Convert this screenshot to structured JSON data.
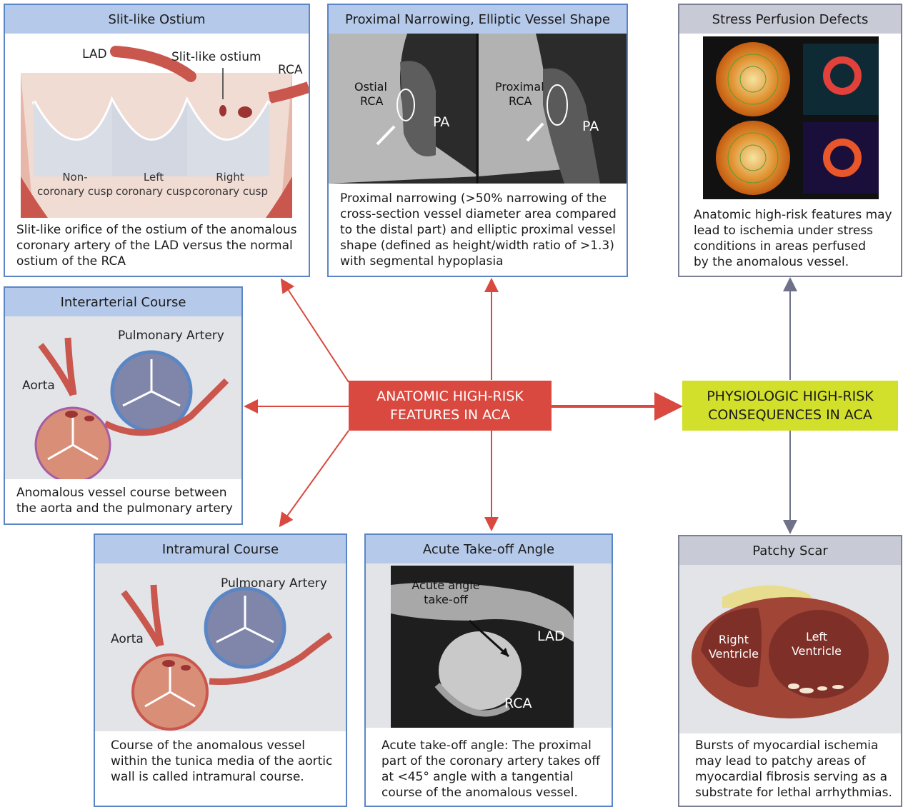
{
  "panels": {
    "slit": {
      "title": "Slit-like Ostium",
      "labels": {
        "lad": "LAD",
        "slit": "Slit-like ostium",
        "rca": "RCA",
        "cusp1a": "Non-",
        "cusp1b": "coronary cusp",
        "cusp2a": "Left",
        "cusp2b": "coronary cusp",
        "cusp3a": "Right",
        "cusp3b": "coronary cusp"
      },
      "text": [
        "Slit-like orifice of the ostium of the anomalous",
        "coronary artery of the LAD versus the normal",
        "ostium of the RCA"
      ]
    },
    "proximal": {
      "title": "Proximal Narrowing, Elliptic Vessel Shape",
      "labels": {
        "ostial1": "Ostial",
        "ostial2": "RCA",
        "pa1": "PA",
        "prox1": "Proximal",
        "prox2": "RCA",
        "pa2": "PA"
      },
      "text": [
        "Proximal narrowing (>50% narrowing of the",
        "cross-section vessel diameter area compared",
        "to the distal part) and elliptic proximal vessel",
        "shape (defined as height/width ratio of >1.3)",
        "with segmental hypoplasia"
      ]
    },
    "stress": {
      "title": "Stress Perfusion Defects",
      "text": [
        "Anatomic high-risk features may",
        "lead to ischemia under stress",
        "conditions in areas perfused",
        "by the anomalous vessel."
      ]
    },
    "interarterial": {
      "title": "Interarterial Course",
      "labels": {
        "pa": "Pulmonary Artery",
        "aorta": "Aorta"
      },
      "text": [
        "Anomalous vessel course between",
        "the aorta and the pulmonary artery"
      ]
    },
    "intramural": {
      "title": "Intramural Course",
      "labels": {
        "pa": "Pulmonary Artery",
        "aorta": "Aorta"
      },
      "text": [
        "Course of the anomalous vessel",
        "within the tunica media of the aortic",
        "wall is called intramural course."
      ]
    },
    "acute": {
      "title": "Acute Take-off Angle",
      "labels": {
        "angle1": "Acute angle",
        "angle2": "take-off",
        "lad": "LAD",
        "rca": "RCA"
      },
      "text": [
        "Acute take-off angle: The proximal",
        "part of the coronary artery takes off",
        "at <45° angle with a tangential",
        "course of the anomalous vessel."
      ]
    },
    "scar": {
      "title": "Patchy Scar",
      "labels": {
        "rv1": "Right",
        "rv2": "Ventricle",
        "lv1": "Left",
        "lv2": "Ventricle"
      },
      "text": [
        "Bursts of myocardial ischemia",
        "may lead to patchy areas of",
        "myocardial fibrosis serving as a",
        "substrate for lethal arrhythmias."
      ]
    }
  },
  "center": {
    "anatomic": [
      "ANATOMIC HIGH-RISK",
      "FEATURES IN ACA"
    ],
    "physiologic": [
      "PHYSIOLOGIC HIGH-RISK",
      "CONSEQUENCES IN ACA"
    ]
  },
  "colors": {
    "red": "#d9493f",
    "lime": "#d3e02b",
    "blue_border": "#5b86c6",
    "gray_border": "#7d7f96"
  }
}
